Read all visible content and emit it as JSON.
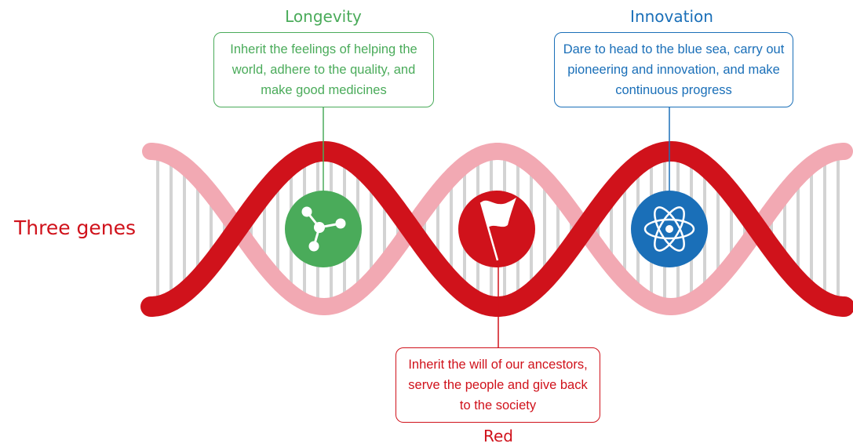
{
  "main_title": "Three genes",
  "genes": {
    "longevity": {
      "title": "Longevity",
      "description": "Inherit the feelings of helping the world, adhere to the quality, and make good medicines",
      "icon": "molecule-icon",
      "color": "#4aab5a"
    },
    "red": {
      "title": "Red",
      "description": "Inherit the will of our ancestors, serve the people and give back to the society",
      "icon": "flag-icon",
      "color": "#d0121b"
    },
    "innovation": {
      "title": "Innovation",
      "description": "Dare to head to the blue sea, carry out pioneering and innovation, and make continuous progress",
      "icon": "atom-icon",
      "color": "#1a6fb8"
    }
  },
  "colors": {
    "front_strand": "#d0121b",
    "back_strand": "#f2a9b3",
    "rungs": "#d3d3d3"
  }
}
